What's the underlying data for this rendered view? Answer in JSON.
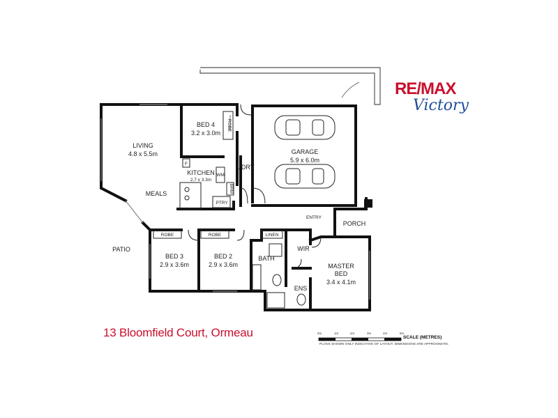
{
  "logo": {
    "brand": "RE/MAX",
    "sub": "Victory"
  },
  "address": "13 Bloomfield Court, Ormeau",
  "rooms": {
    "living": {
      "name": "LIVING",
      "dims": "4.8 x 5.5m"
    },
    "meals": {
      "name": "MEALS"
    },
    "bed4": {
      "name": "BED 4",
      "dims": "3.2 x 3.0m"
    },
    "kitchen": {
      "name": "KITCHEN",
      "dims": "2.7 x 3.3m"
    },
    "garage": {
      "name": "GARAGE",
      "dims": "5.9 x 6.0m"
    },
    "laundry": {
      "name": "L'DRY"
    },
    "entry": {
      "name": "ENTRY"
    },
    "porch": {
      "name": "PORCH"
    },
    "patio": {
      "name": "PATIO"
    },
    "bed3": {
      "name": "BED 3",
      "dims": "2.9 x 3.6m"
    },
    "bed2": {
      "name": "BED 2",
      "dims": "2.9 x 3.6m"
    },
    "bath": {
      "name": "BATH"
    },
    "master": {
      "name": "MASTER",
      "name2": "BED",
      "dims": "3.4 x 4.1m"
    },
    "wir": {
      "name": "WIR"
    },
    "ens": {
      "name": "ENS"
    }
  },
  "fixtures": {
    "robe_bed4": "ROBE",
    "robe_bed3": "ROBE",
    "robe_bed2": "ROBE",
    "linen": "LINEN",
    "fridge": "F",
    "wm": "WM",
    "brm": "BRM",
    "ptry": "PTRY"
  },
  "scale": {
    "title": "SCALE (METRES)",
    "ticks": [
      "0m",
      "1m",
      "2m",
      "3m",
      "4m",
      "5m"
    ],
    "disclaimer": "PLANS SHOWN ONLY INDICATIVE OF LAYOUT.  DIMENSIONS ARE APPROXIMATE."
  },
  "colors": {
    "brand_red": "#c8102e",
    "brand_blue": "#1f4e9c",
    "wall": "#111111"
  }
}
